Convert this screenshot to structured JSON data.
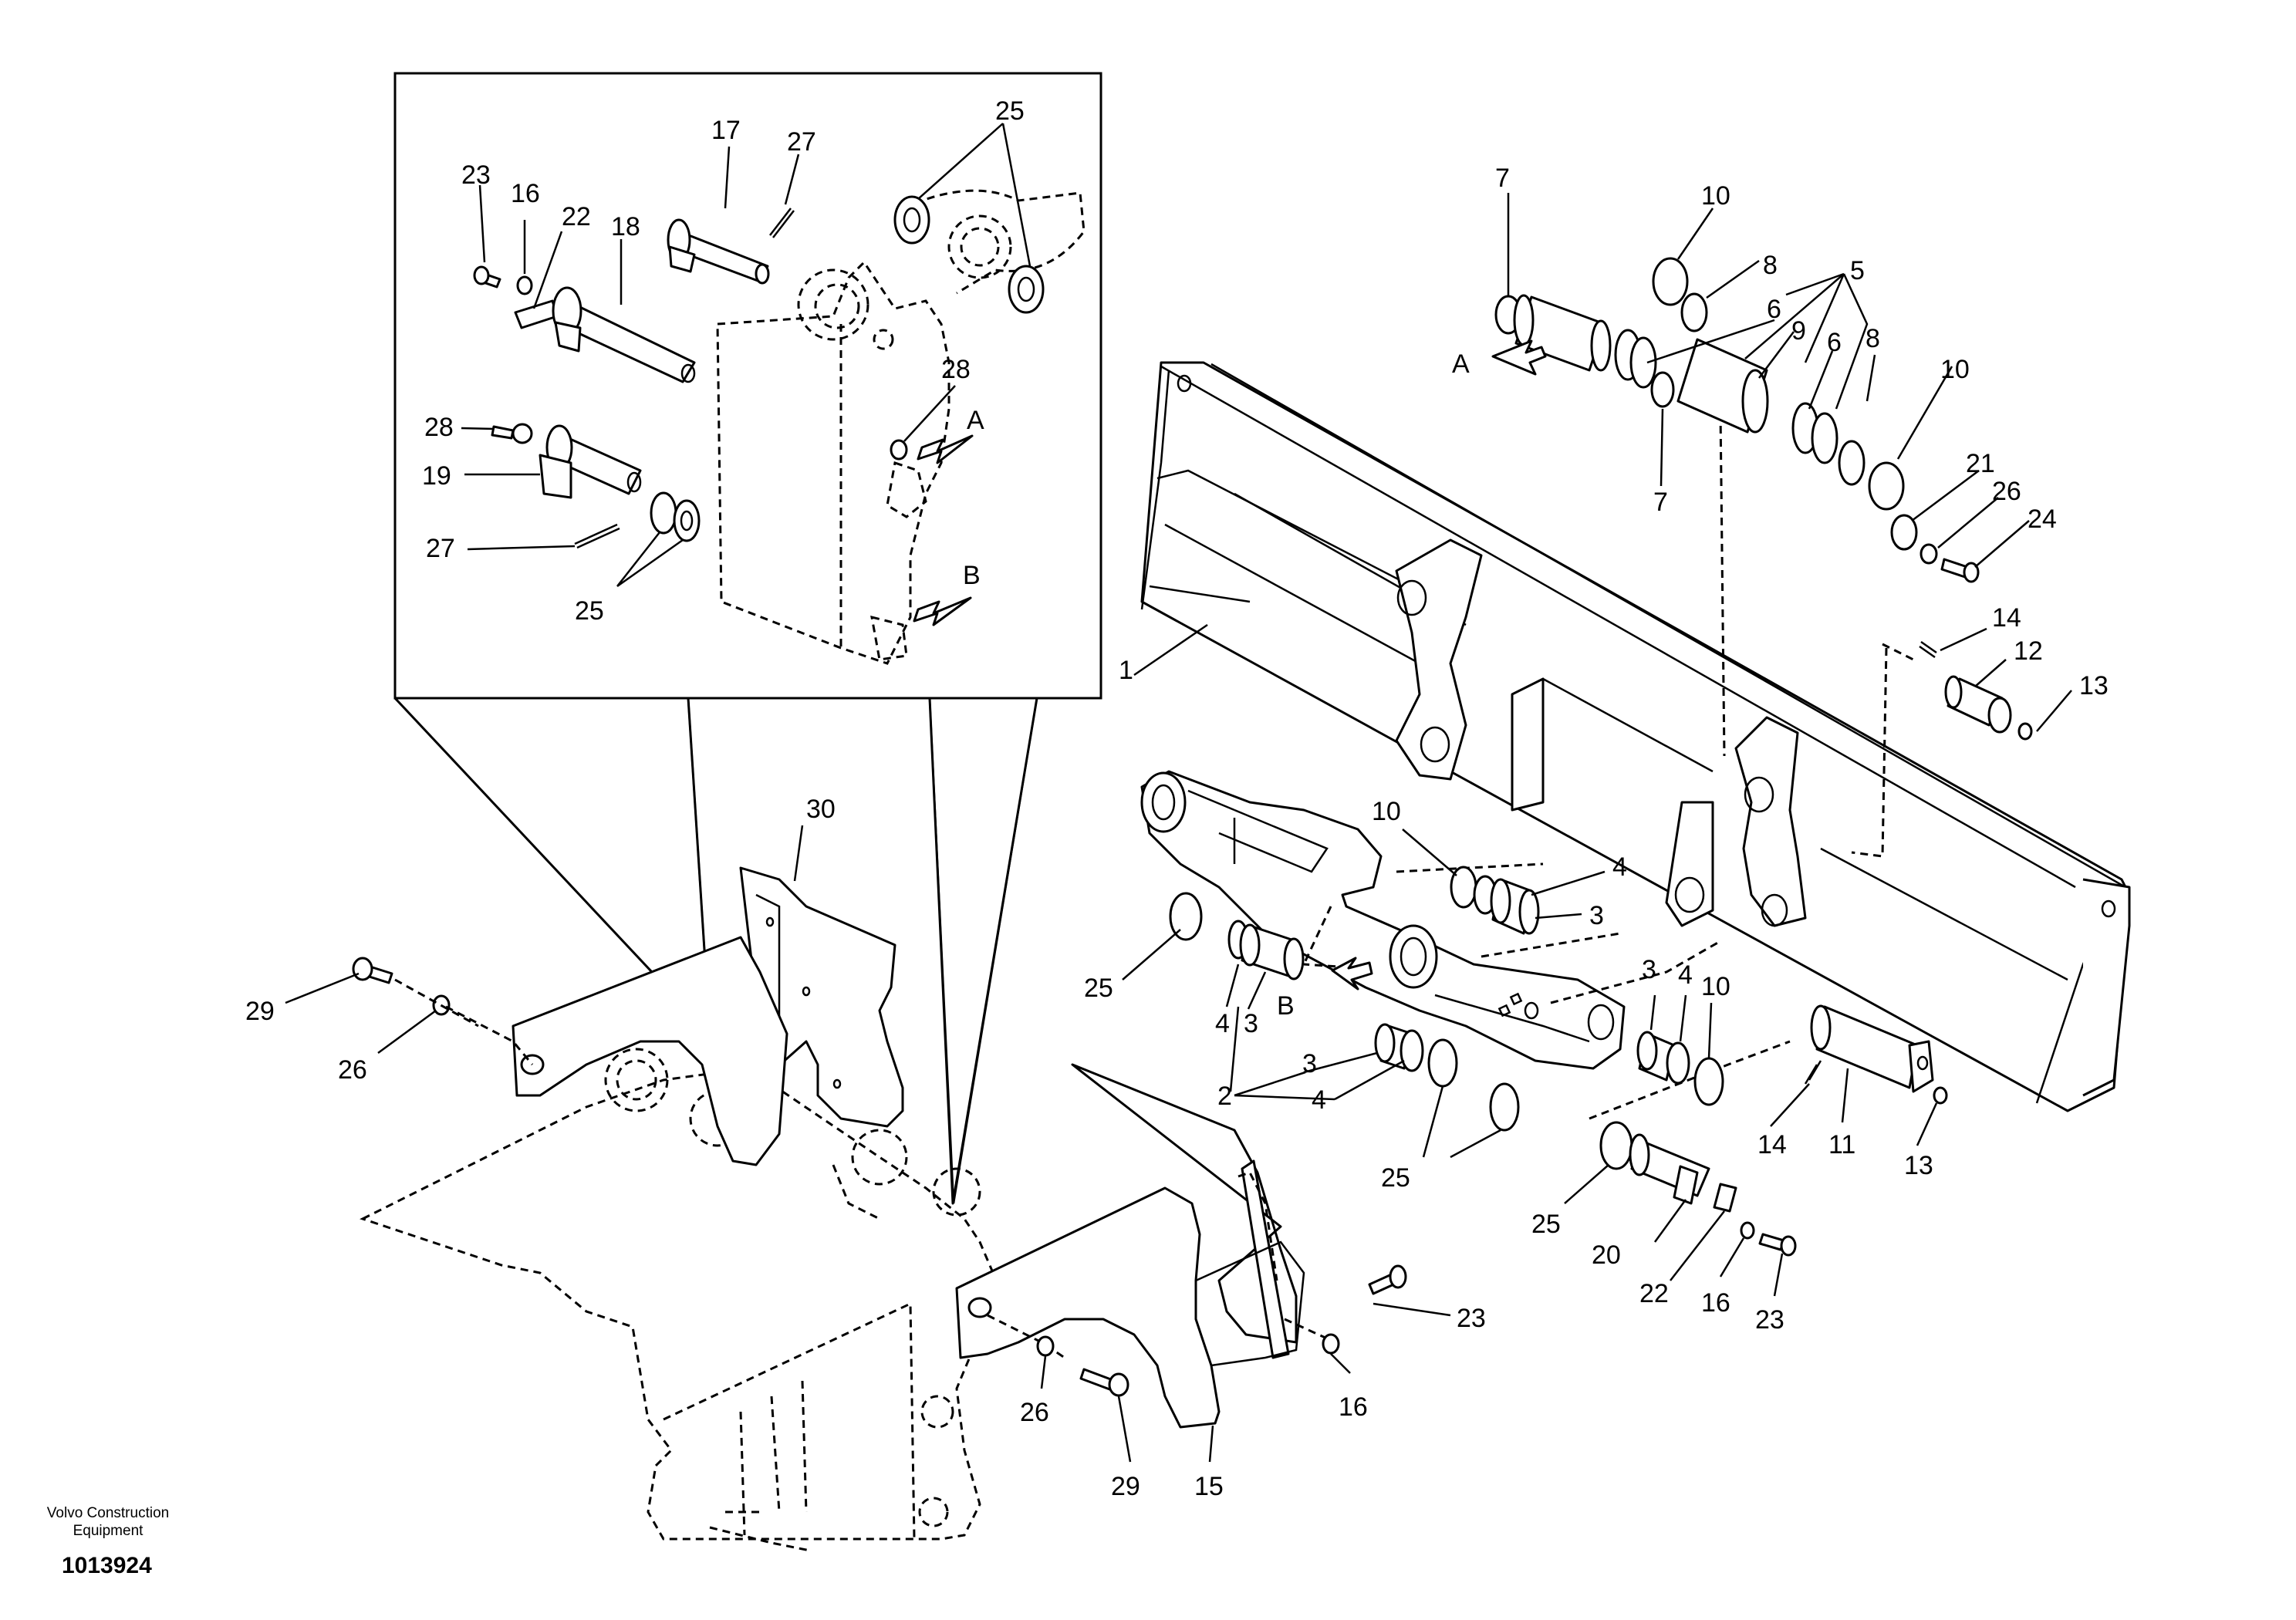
{
  "publisher": {
    "line1": "Volvo Construction",
    "line2": "Equipment"
  },
  "drawing_number": "1013924",
  "callouts": {
    "p1": "1",
    "p2": "2",
    "p3a": "3",
    "p3b": "3",
    "p3c": "3",
    "p3d": "3",
    "p4a": "4",
    "p4b": "4",
    "p4c": "4",
    "p4d": "4",
    "p5": "5",
    "p6a": "6",
    "p6b": "6",
    "p7a": "7",
    "p7b": "7",
    "p8a": "8",
    "p8b": "8",
    "p9": "9",
    "p10a": "10",
    "p10b": "10",
    "p10c": "10",
    "p10d": "10",
    "p11": "11",
    "p12": "12",
    "p13a": "13",
    "p13b": "13",
    "p14a": "14",
    "p14b": "14",
    "p15": "15",
    "p16a": "16",
    "p16b": "16",
    "p16c": "16",
    "p17": "17",
    "p18": "18",
    "p19": "19",
    "p20": "20",
    "p21": "21",
    "p22a": "22",
    "p22b": "22",
    "p23a": "23",
    "p23b": "23",
    "p23c": "23",
    "p24": "24",
    "p25a": "25",
    "p25b": "25",
    "p25c": "25",
    "p25d": "25",
    "p25e": "25",
    "p26a": "26",
    "p26b": "26",
    "p26c": "26",
    "p27a": "27",
    "p27b": "27",
    "p28a": "28",
    "p28b": "28",
    "p29a": "29",
    "p29b": "29",
    "p30": "30"
  },
  "view_markers": {
    "A_main": "A",
    "A_detail": "A",
    "B_main": "B",
    "B_detail": "B"
  },
  "colors": {
    "line": "#000000",
    "background": "#ffffff"
  }
}
